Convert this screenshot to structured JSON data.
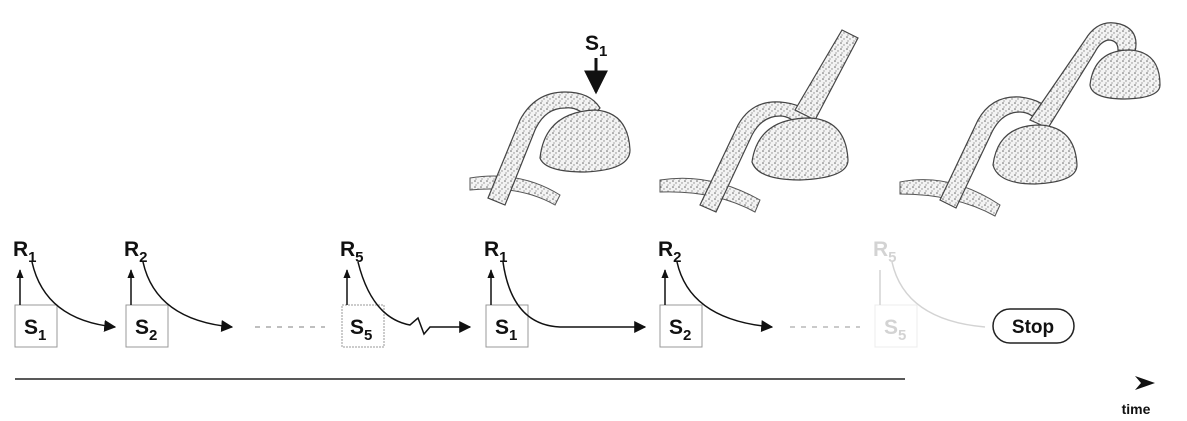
{
  "top_signal": {
    "letter": "S",
    "index": "1"
  },
  "boxes": [
    {
      "id": "b1",
      "s_letter": "S",
      "s_index": "1",
      "r_letter": "R",
      "r_index": "1",
      "faint": false
    },
    {
      "id": "b2",
      "s_letter": "S",
      "s_index": "2",
      "r_letter": "R",
      "r_index": "2",
      "faint": false
    },
    {
      "id": "b3",
      "s_letter": "S",
      "s_index": "5",
      "r_letter": "R",
      "r_index": "5",
      "faint": false
    },
    {
      "id": "b4",
      "s_letter": "S",
      "s_index": "1",
      "r_letter": "R",
      "r_index": "1",
      "faint": false
    },
    {
      "id": "b5",
      "s_letter": "S",
      "s_index": "2",
      "r_letter": "R",
      "r_index": "2",
      "faint": false
    },
    {
      "id": "b6",
      "s_letter": "S",
      "s_index": "5",
      "r_letter": "R",
      "r_index": "5",
      "faint": true
    }
  ],
  "stop_label": "Stop",
  "time_label": "time",
  "colors": {
    "ink": "#111111",
    "faint_ink": "#bdbdbd",
    "tube_fill": "#e6e6e6",
    "tube_stroke": "#444444"
  }
}
